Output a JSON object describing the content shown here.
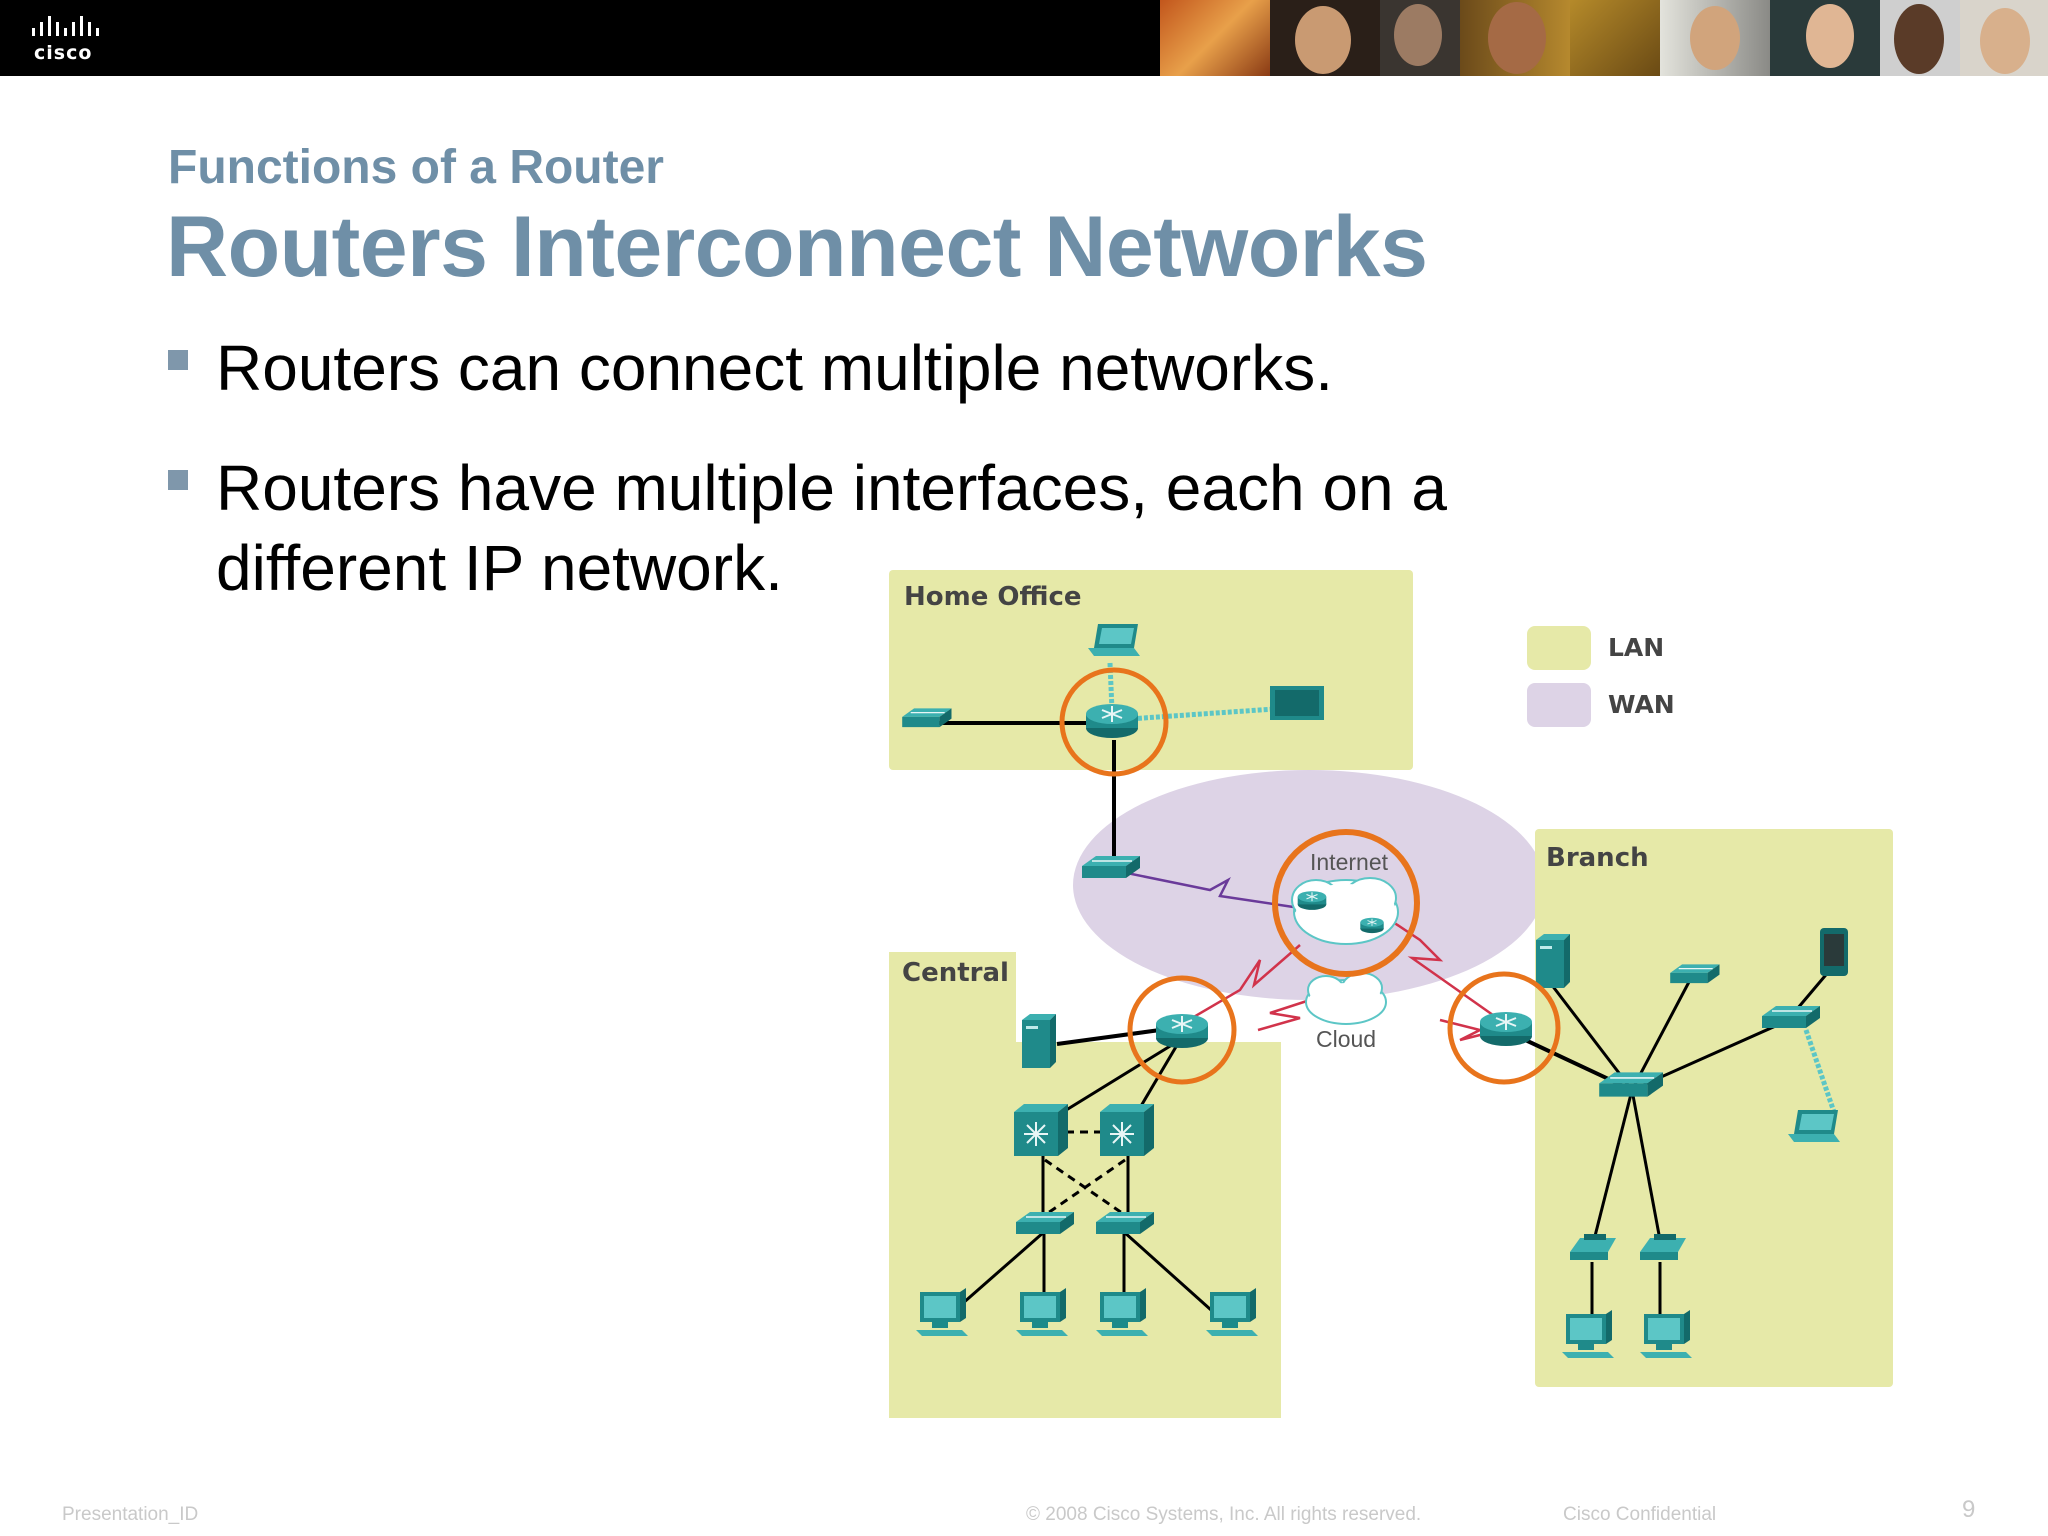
{
  "header": {
    "logo_text": "cisco",
    "photo_strip": "photo-strip"
  },
  "slide": {
    "subtitle": "Functions of a Router",
    "title": "Routers Interconnect Networks",
    "bullets": [
      "Routers can connect multiple networks.",
      "Routers have multiple interfaces, each on a different IP network."
    ]
  },
  "diagram": {
    "areas": {
      "home_office": "Home Office",
      "central": "Central",
      "branch": "Branch"
    },
    "clouds": {
      "internet": "Internet",
      "cloud": "Cloud"
    },
    "legend": [
      {
        "label": "LAN",
        "color": "#e6e9a8"
      },
      {
        "label": "WAN",
        "color": "#ddd3e6"
      }
    ],
    "colors": {
      "lan": "#e6e9a8",
      "wan": "#ddd3e6",
      "device": "#1f8a8a",
      "highlight": "#e8741c",
      "serial": "#d1334b"
    }
  },
  "footer": {
    "presentation_id": "Presentation_ID",
    "copyright": "© 2008 Cisco Systems, Inc. All rights reserved.",
    "confidential": "Cisco Confidential",
    "page_number": "9"
  }
}
